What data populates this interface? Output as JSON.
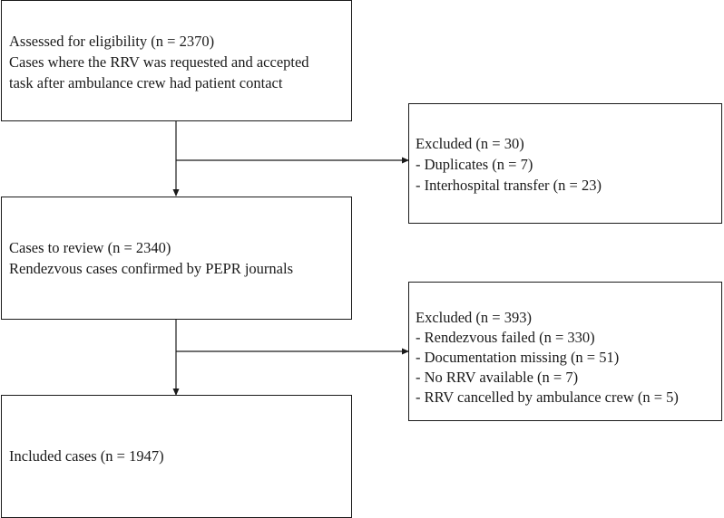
{
  "assessed": {
    "lines": [
      "Assessed for eligibility (n = 2370)",
      "Cases where the RRV was requested and accepted",
      "task after ambulance crew had patient contact"
    ]
  },
  "excluded_1": {
    "lines": [
      "Excluded (n = 30)",
      "- Duplicates (n = 7)",
      "- Interhospital transfer (n = 23)"
    ]
  },
  "review": {
    "lines": [
      "Cases to review (n = 2340)",
      "Rendezvous cases confirmed by PEPR journals"
    ]
  },
  "excluded_2": {
    "lines": [
      "Excluded (n = 393)",
      "- Rendezvous failed (n = 330)",
      "- Documentation missing (n = 51)",
      "- No RRV available (n = 7)",
      "- RRV cancelled by ambulance crew (n = 5)"
    ]
  },
  "included": {
    "lines": [
      "Included cases (n = 1947)"
    ]
  }
}
